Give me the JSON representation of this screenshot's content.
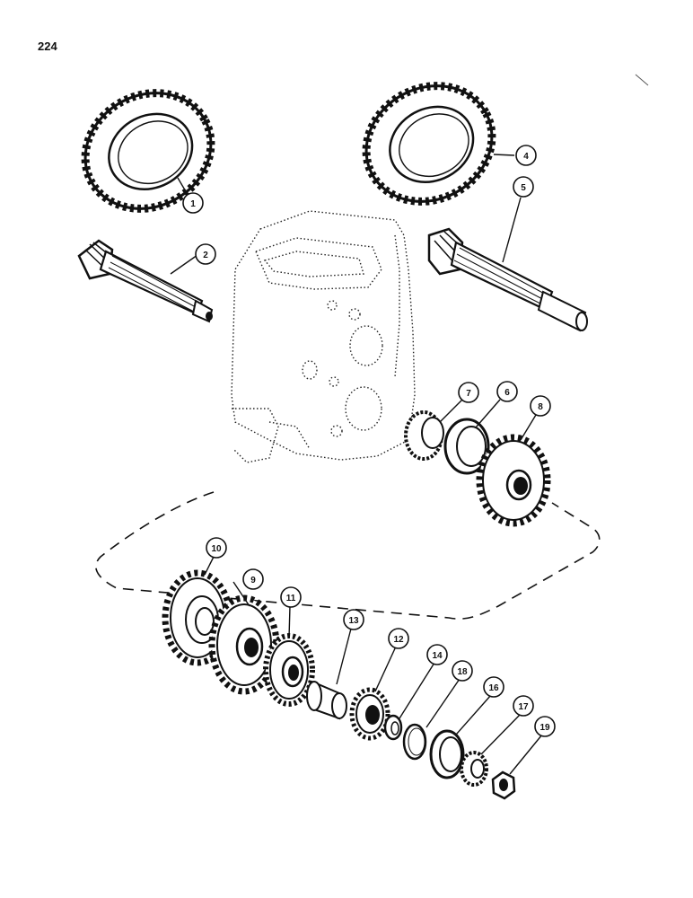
{
  "page": {
    "number": "224"
  },
  "callouts": {
    "c1": "1",
    "c2": "2",
    "c4": "4",
    "c5": "5",
    "c6": "6",
    "c7": "7",
    "c8": "8",
    "c9": "9",
    "c10": "10",
    "c11": "11",
    "c12": "12",
    "c13": "13",
    "c14": "14",
    "c16": "16",
    "c17": "17",
    "c18": "18",
    "c19": "19"
  }
}
